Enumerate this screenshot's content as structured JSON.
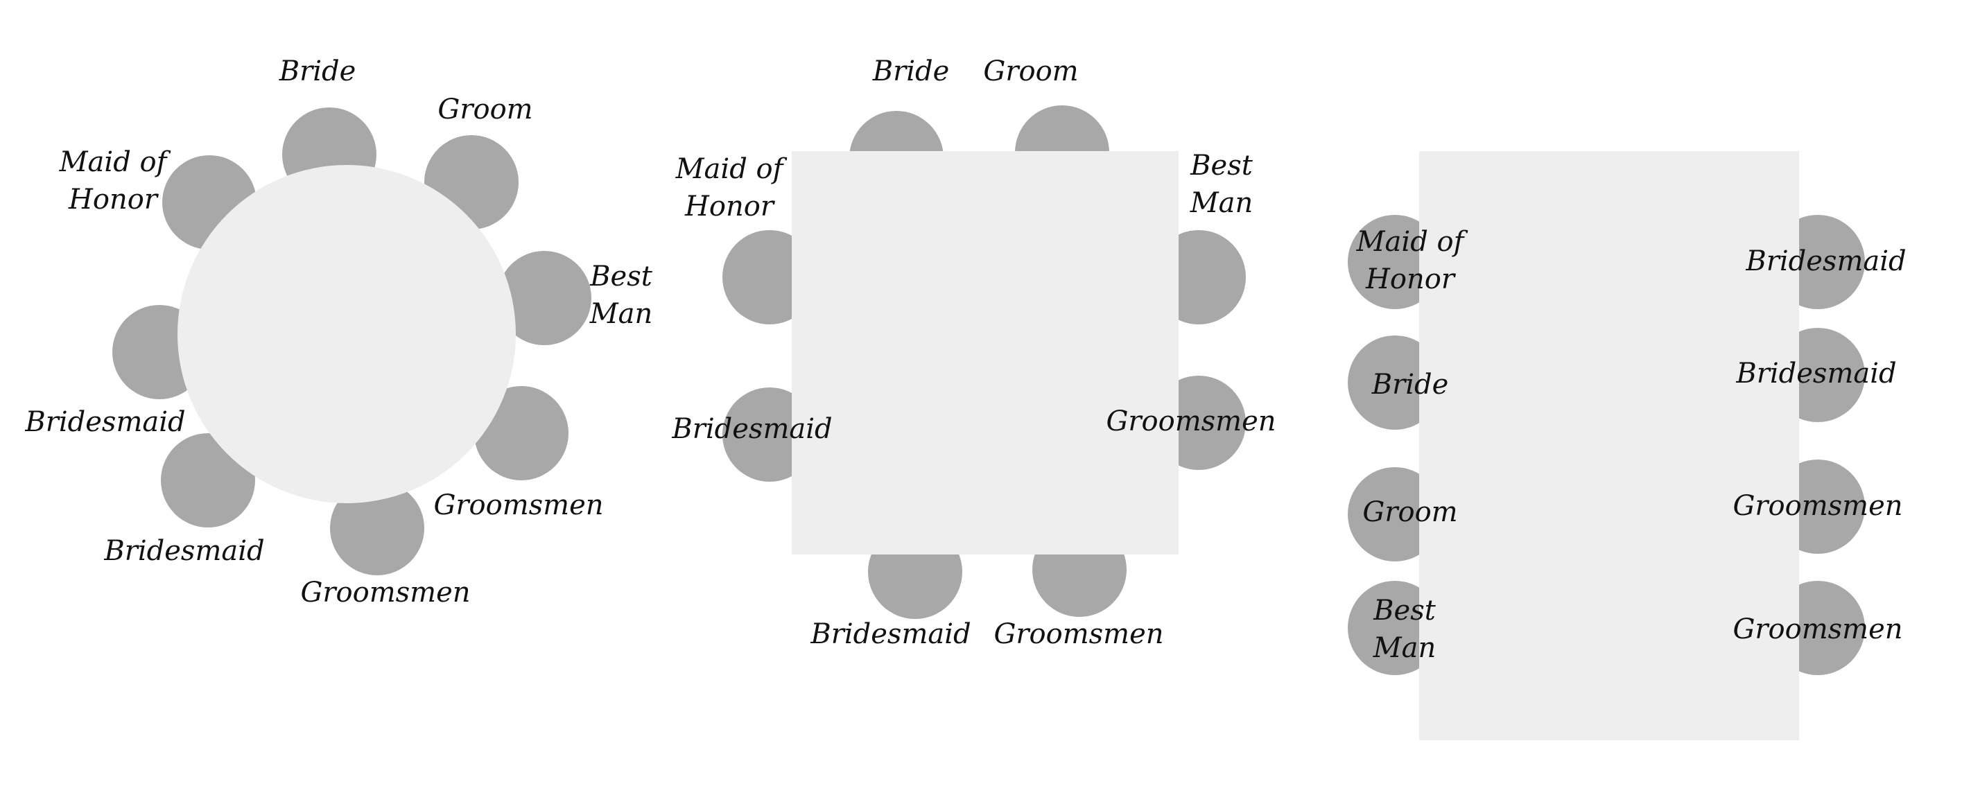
{
  "colors": {
    "seat": "#a8a8a8",
    "table": "#eeeeee",
    "text": "#111111",
    "background": "#ffffff"
  },
  "round_table": {
    "seats": [
      {
        "lines": [
          "Bride"
        ]
      },
      {
        "lines": [
          "Groom"
        ]
      },
      {
        "lines": [
          "Best",
          "Man"
        ]
      },
      {
        "lines": [
          "Groomsmen"
        ]
      },
      {
        "lines": [
          "Groomsmen"
        ]
      },
      {
        "lines": [
          "Bridesmaid"
        ]
      },
      {
        "lines": [
          "Bridesmaid"
        ]
      },
      {
        "lines": [
          "Maid of",
          "Honor"
        ]
      }
    ]
  },
  "square_table": {
    "seats": [
      {
        "lines": [
          "Bride"
        ]
      },
      {
        "lines": [
          "Groom"
        ]
      },
      {
        "lines": [
          "Best",
          "Man"
        ]
      },
      {
        "lines": [
          "Groomsmen"
        ]
      },
      {
        "lines": [
          "Groomsmen"
        ]
      },
      {
        "lines": [
          "Bridesmaid"
        ]
      },
      {
        "lines": [
          "Bridesmaid"
        ]
      },
      {
        "lines": [
          "Maid of",
          "Honor"
        ]
      }
    ]
  },
  "rect_table": {
    "left_seats": [
      {
        "lines": [
          "Maid of",
          "Honor"
        ]
      },
      {
        "lines": [
          "Bride"
        ]
      },
      {
        "lines": [
          "Groom"
        ]
      },
      {
        "lines": [
          "Best",
          "Man"
        ]
      }
    ],
    "right_seats": [
      {
        "lines": [
          "Bridesmaid"
        ]
      },
      {
        "lines": [
          "Bridesmaid"
        ]
      },
      {
        "lines": [
          "Groomsmen"
        ]
      },
      {
        "lines": [
          "Groomsmen"
        ]
      }
    ]
  }
}
